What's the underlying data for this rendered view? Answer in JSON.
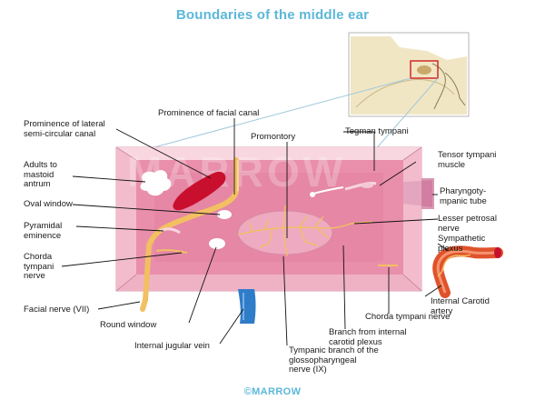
{
  "title": "Boundaries of the middle ear",
  "footer": "©MARROW",
  "watermark": "MARROW",
  "colors": {
    "title": "#5cb8d8",
    "box_wall": "#f6c6d4",
    "box_inner": "#e98fab",
    "box_deep": "#d96f92",
    "nerve": "#f2bf62",
    "artery": "#e0522c",
    "vein": "#2f7cc8",
    "canal": "#c8102e"
  },
  "labels": {
    "prominence_lateral_canal": "Prominence of lateral\nsemi-circular canal",
    "prominence_facial_canal": "Prominence of facial canal",
    "promontory": "Promontory",
    "tegmen_tympani": "Tegman tympani",
    "tensor_tympani": "Tensor tympani\nmuscle",
    "adults_mastoid": "Adults to\nmastoid\nantrum",
    "pharyngotympanic_tube": "Pharyngoty-\nmpanic tube",
    "oval_window": "Oval window",
    "pyramidal_eminence": "Pyramidal\neminence",
    "lesser_petrosal": "Lesser petrosal\nnerve",
    "sympathetic_plexus": "Sympathetic\nplexus",
    "chorda_tympani_left": "Chorda\ntympani\nnerve",
    "internal_carotid": "Internal Carotid\nartery",
    "facial_nerve": "Facial nerve (VII)",
    "chorda_tympani_right": "Chorda tympani nerve",
    "round_window": "Round window",
    "branch_internal_carotid": "Branch from internal\ncarotid plexus",
    "internal_jugular": "Internal jugular vein",
    "tympanic_branch": "Tympanic branch of the\nglossopharyngeal\nnerve (IX)"
  }
}
